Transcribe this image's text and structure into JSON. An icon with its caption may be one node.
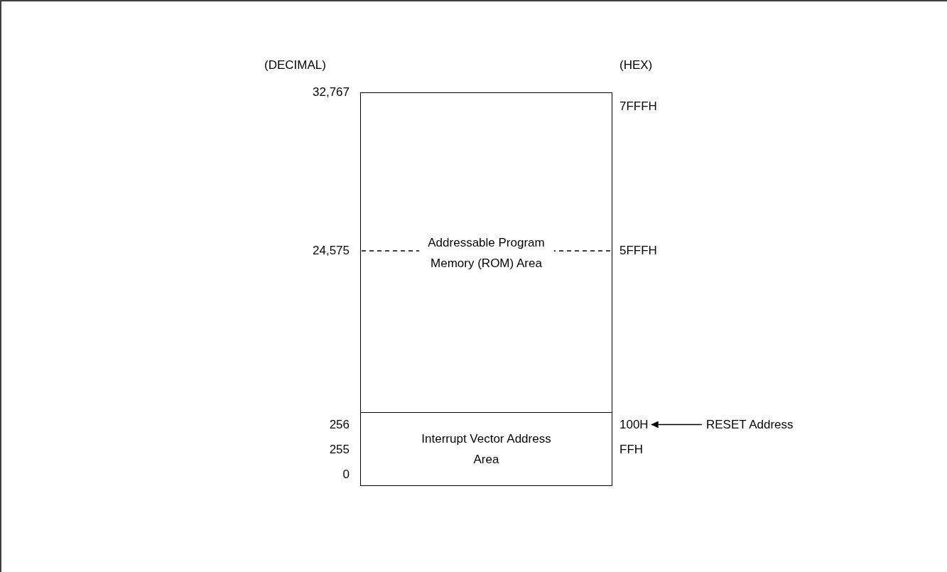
{
  "diagram": {
    "nodes": [
      {
        "text": [
          "Addressable Program Memory (ROM) Area"
        ]
      },
      {
        "text": [
          "Interrupt Vector Address Area"
        ]
      },
      {
        "text": [
          "100H"
        ]
      },
      {
        "text": [
          "RESET Address"
        ]
      }
    ],
    "edges": [
      {
        "from": 3,
        "to": 2,
        "arrow": "to"
      }
    ],
    "labels": [
      "(DECIMAL)",
      "(HEX)",
      "32,767",
      "7FFFH",
      "24,575",
      "5FFFH",
      "256",
      "255",
      "FFH",
      "0"
    ]
  }
}
